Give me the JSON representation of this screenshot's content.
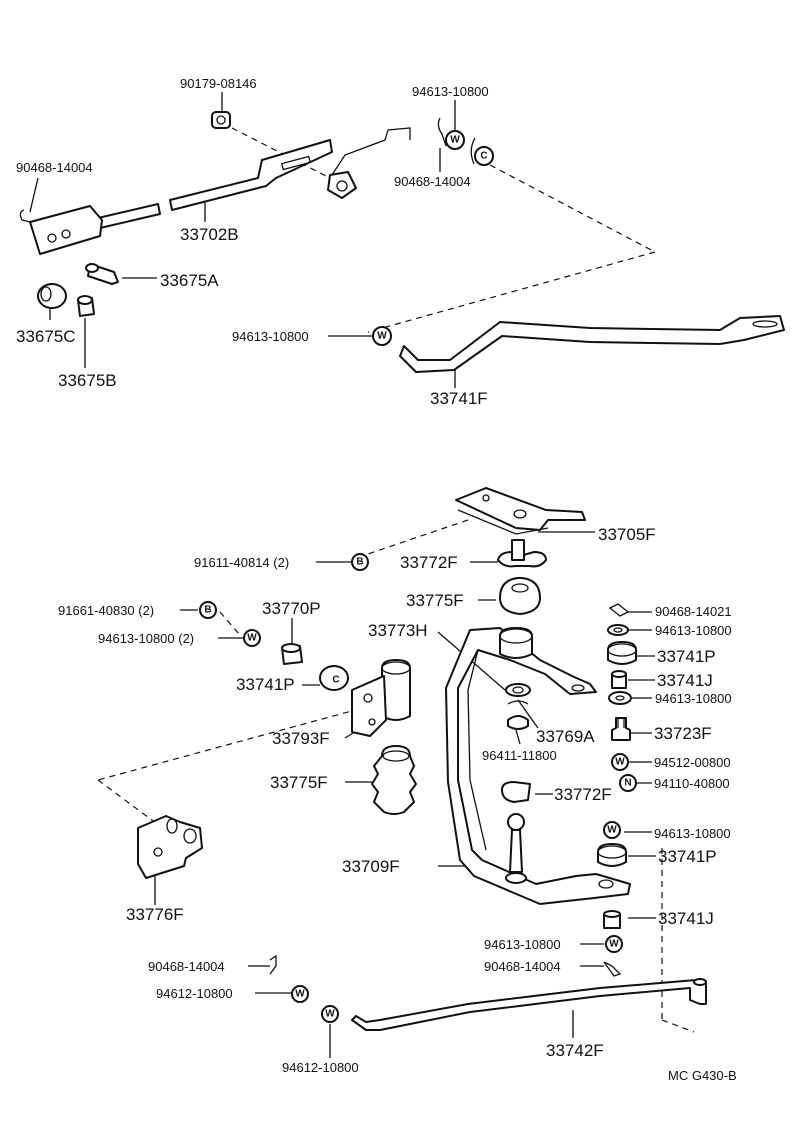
{
  "parts": {
    "p90179_08146": "90179-08146",
    "p94613_10800_top": "94613-10800",
    "p90468_14004_topleft": "90468-14004",
    "p90468_14004_topright": "90468-14004",
    "p33702B": "33702B",
    "p33675A": "33675A",
    "p33675C": "33675C",
    "p33675B": "33675B",
    "p94613_10800_rod": "94613-10800",
    "p33741F": "33741F",
    "p33705F": "33705F",
    "p91611_40814": "91611-40814 (2)",
    "p33772F_top": "33772F",
    "p33775F_top": "33775F",
    "p91661_40830": "91661-40830 (2)",
    "p94613_10800_2": "94613-10800 (2)",
    "p33770P": "33770P",
    "p33773H": "33773H",
    "p90468_14021": "90468-14021",
    "p94613_10800_r1": "94613-10800",
    "p33741P_r1": "33741P",
    "p33741J_r1": "33741J",
    "p94613_10800_r2": "94613-10800",
    "p33741P_left": "33741P",
    "p33723F": "33723F",
    "p33769A": "33769A",
    "p33793F": "33793F",
    "p96411_11800": "96411-11800",
    "p94512_00800": "94512-00800",
    "p94110_40800": "94110-40800",
    "p33775F_mid": "33775F",
    "p33772F_mid": "33772F",
    "p94613_10800_r3": "94613-10800",
    "p33741P_r2": "33741P",
    "p33709F": "33709F",
    "p33776F": "33776F",
    "p33741J_r2": "33741J",
    "p94613_10800_r4": "94613-10800",
    "p90468_14004_bl": "90468-14004",
    "p90468_14004_br": "90468-14004",
    "p94612_10800_a": "94612-10800",
    "p33742F": "33742F",
    "p94612_10800_b": "94612-10800"
  },
  "symbols": {
    "washer": "W",
    "bolt": "B",
    "nut": "N",
    "clip": "C"
  },
  "footer": {
    "code": "MC G430-B"
  }
}
